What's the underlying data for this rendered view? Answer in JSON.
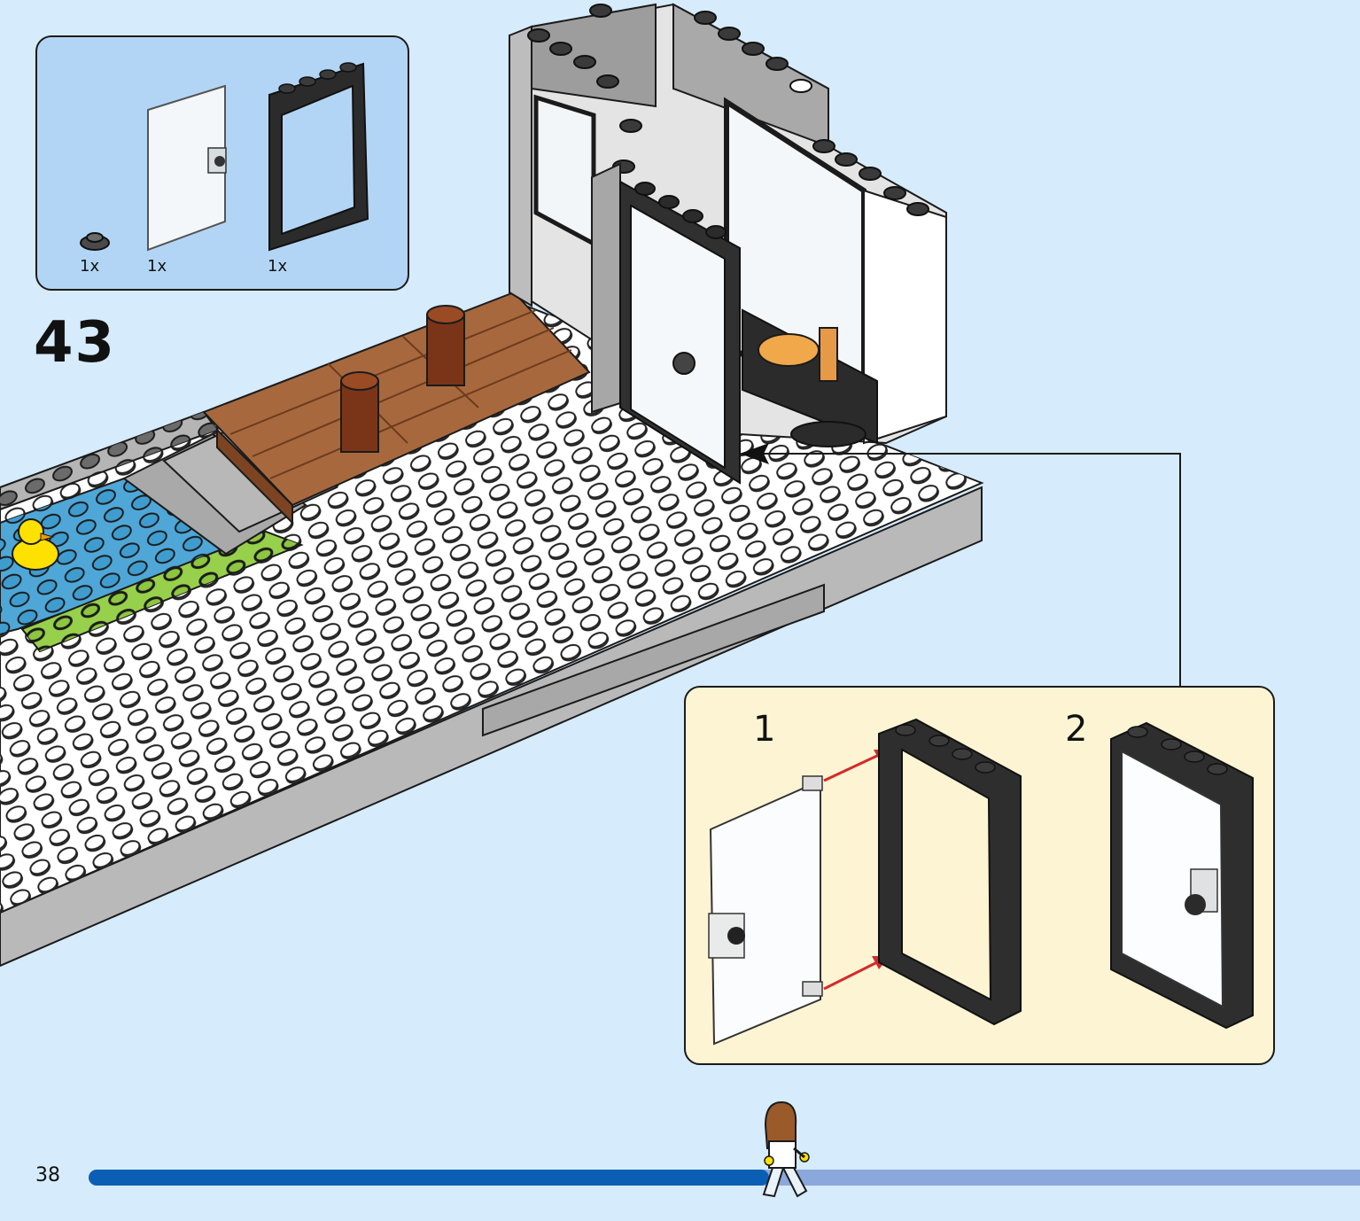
{
  "parts": {
    "items": [
      {
        "name": "round-plate-part",
        "qty": "1x"
      },
      {
        "name": "door-part",
        "qty": "1x"
      },
      {
        "name": "door-frame-part",
        "qty": "1x"
      }
    ]
  },
  "step": {
    "number": "43"
  },
  "substeps": [
    {
      "number": "1"
    },
    {
      "number": "2"
    }
  ],
  "page": {
    "number": "38"
  },
  "progress": {
    "fraction": 0.535
  },
  "colors": {
    "background": "#d6ebfb",
    "parts_box": "#b3d5f5",
    "substep_box": "#fdf4d3",
    "progress_fill": "#0a5fb4",
    "progress_track": "#8aa8dc",
    "arrow_red": "#d42a2a"
  }
}
